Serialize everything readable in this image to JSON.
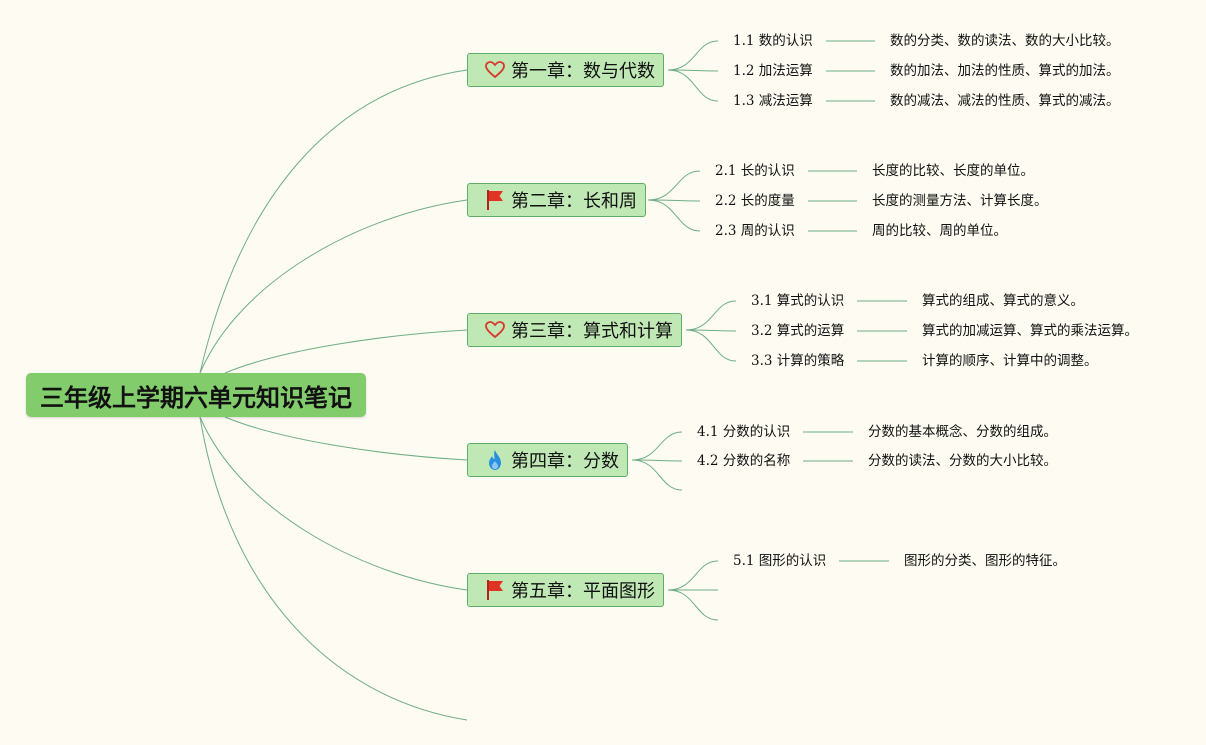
{
  "root": {
    "label": "三年级上学期六单元知识笔记"
  },
  "chapters": [
    {
      "label": "第一章：数与代数",
      "icon": "heart-icon",
      "topics": [
        {
          "label": "1.1 数的认识",
          "desc": "数的分类、数的读法、数的大小比较。"
        },
        {
          "label": "1.2 加法运算",
          "desc": "数的加法、加法的性质、算式的加法。"
        },
        {
          "label": "1.3 减法运算",
          "desc": "数的减法、减法的性质、算式的减法。"
        }
      ]
    },
    {
      "label": "第二章：长和周",
      "icon": "red-flag-icon",
      "topics": [
        {
          "label": "2.1 长的认识",
          "desc": "长度的比较、长度的单位。"
        },
        {
          "label": "2.2 长的度量",
          "desc": "长度的测量方法、计算长度。"
        },
        {
          "label": "2.3 周的认识",
          "desc": "周的比较、周的单位。"
        }
      ]
    },
    {
      "label": "第三章：算式和计算",
      "icon": "heart-icon",
      "topics": [
        {
          "label": "3.1 算式的认识",
          "desc": "算式的组成、算式的意义。"
        },
        {
          "label": "3.2 算式的运算",
          "desc": "算式的加减运算、算式的乘法运算。"
        },
        {
          "label": "3.3 计算的策略",
          "desc": "计算的顺序、计算中的调整。"
        }
      ]
    },
    {
      "label": "第四章：分数",
      "icon": "fire-icon",
      "topics": [
        {
          "label": "4.1 分数的认识",
          "desc": "分数的基本概念、分数的组成。"
        },
        {
          "label": "4.2 分数的名称",
          "desc": "分数的读法、分数的大小比较。"
        }
      ]
    },
    {
      "label": "第五章：平面图形",
      "icon": "red-flag-icon",
      "topics": [
        {
          "label": "5.1 图形的认识",
          "desc": "图形的分类、图形的特征。"
        }
      ]
    }
  ],
  "colors": {
    "background": "#fdfbf2",
    "root": "#82cc6c",
    "chapter": "#bfe8b4",
    "chapter_border": "#5fae6a",
    "link": "#6fae86"
  }
}
